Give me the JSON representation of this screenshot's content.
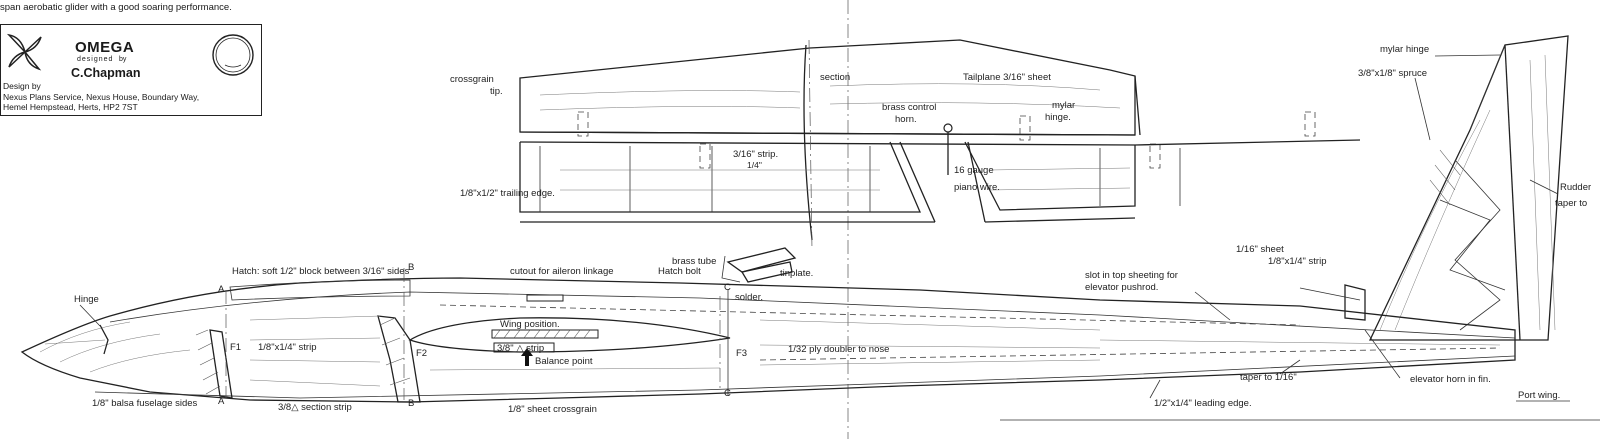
{
  "intro_text": "span aerobatic glider with a good soaring performance.",
  "title_block": {
    "design_name": "OMEGA",
    "designed": "designed",
    "by": "by",
    "designer": "C.Chapman",
    "design_by": "Design by",
    "address_lines": [
      "Nexus Plans Service, Nexus House, Boundary Way,",
      "Hemel Hempstead, Herts, HP2 7ST"
    ]
  },
  "tailplane": {
    "title": "Tailplane  3/16\" sheet",
    "crossgrain_tip": [
      "crossgrain",
      "tip."
    ],
    "section": "section",
    "brass_control_horn": [
      "brass control",
      "horn."
    ],
    "mylar_hinge": [
      "mylar",
      "hinge."
    ],
    "strip": "3/16\" strip.",
    "strip_dim": "1/4\"",
    "trailing_edge": "1/8\"x1/2\" trailing edge.",
    "gauge": [
      "16 gauge",
      "piano wire."
    ]
  },
  "fin": {
    "mylar_hinge": "mylar hinge",
    "spruce": "3/8\"x1/8\" spruce",
    "rudder": "Rudder",
    "taper_to": "taper to",
    "sheet": "1/16\" sheet",
    "strip": "1/8\"x1/4\" strip",
    "slot": [
      "slot in top sheeting for",
      "elevator pushrod."
    ],
    "elevator_horn": "elevator horn in fin.",
    "taper_to_1_16": "taper to 1/16\""
  },
  "linkage": {
    "brass_tube": "brass tube",
    "tinplate": "tinplate.",
    "solder": "solder."
  },
  "fuselage": {
    "hatch": "Hatch: soft 1/2\" block between 3/16\" sides",
    "cutout": "cutout for aileron linkage",
    "hatch_bolt": "Hatch bolt",
    "hinge": "Hinge",
    "f1": "F1",
    "f2": "F2",
    "f3": "F3",
    "strip_1_8": "1/8\"x1/4\" strip",
    "wing_position": "Wing position.",
    "tri_strip": "3/8\" △ strip",
    "balance_point": "Balance point",
    "ply_doubler": "1/32 ply doubler to nose",
    "balsa_sides": "1/8\" balsa fuselage sides",
    "section_strip": "3/8△ section strip",
    "sheet_crossgrain": "1/8\" sheet crossgrain",
    "leading_edge": "1/2\"x1/4\" leading edge.",
    "port_wing": "Port wing.",
    "section_marks": {
      "a": "A",
      "b": "B",
      "c": "C"
    }
  }
}
